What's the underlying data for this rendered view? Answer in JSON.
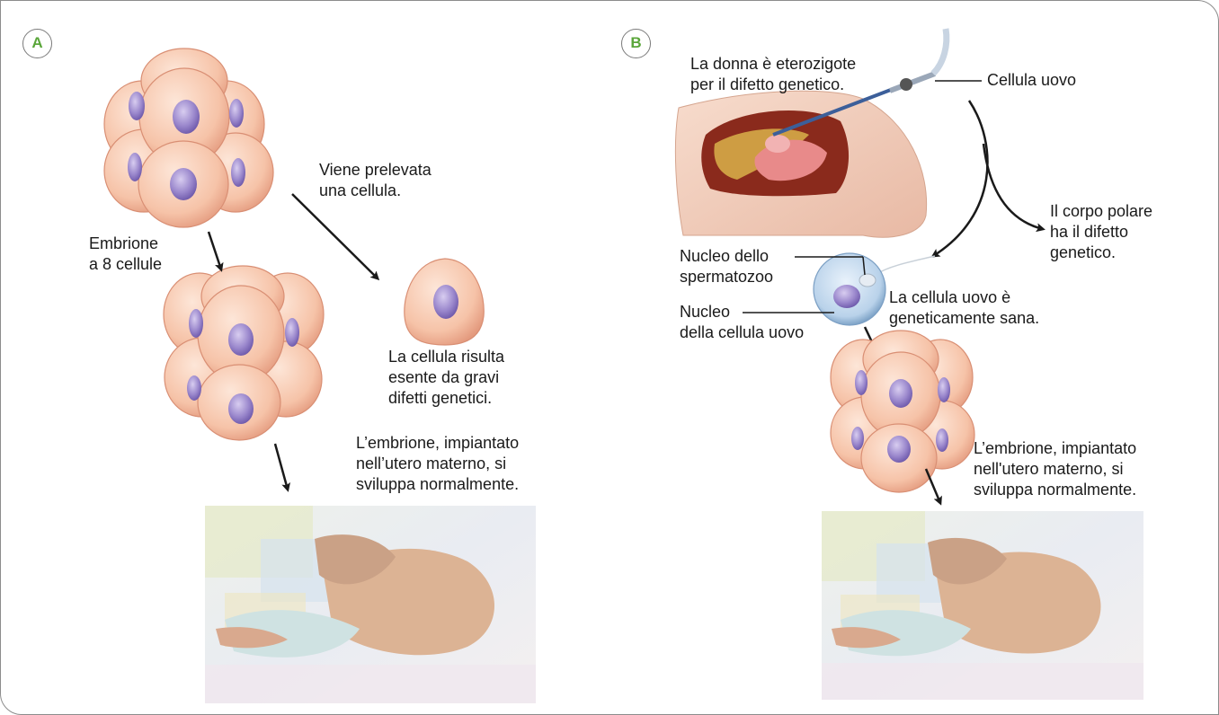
{
  "panel_a": {
    "badge": "A",
    "embryo_label": "Embrione\na 8 cellule",
    "removal_label": "Viene prelevata\nuna cellula.",
    "cell_result": "La cellula risulta\nesente da gravi\ndifetti genetici.",
    "outcome": "L’embrione, impiantato\nnell’utero materno, si\nsviluppa normalmente."
  },
  "panel_b": {
    "badge": "B",
    "woman_label": "La donna è eterozigote\nper il difetto genetico.",
    "egg_label": "Cellula uovo",
    "polar_body_label": "Il corpo polare\nha il difetto\ngenetico.",
    "sperm_nucleus_label": "Nucleo dello\nspermatozoo",
    "egg_nucleus_label": "Nucleo\ndella cellula uovo",
    "healthy_egg_label": "La cellula uovo è\ngeneticamente sana.",
    "outcome": "L’embrione, impiantato\nnell'utero materno, si\nsviluppa normalmente."
  },
  "colors": {
    "accent_green": "#5aa63a",
    "cell_fill": "#f6c3a8",
    "nucleus_fill": "#8d78c4"
  }
}
